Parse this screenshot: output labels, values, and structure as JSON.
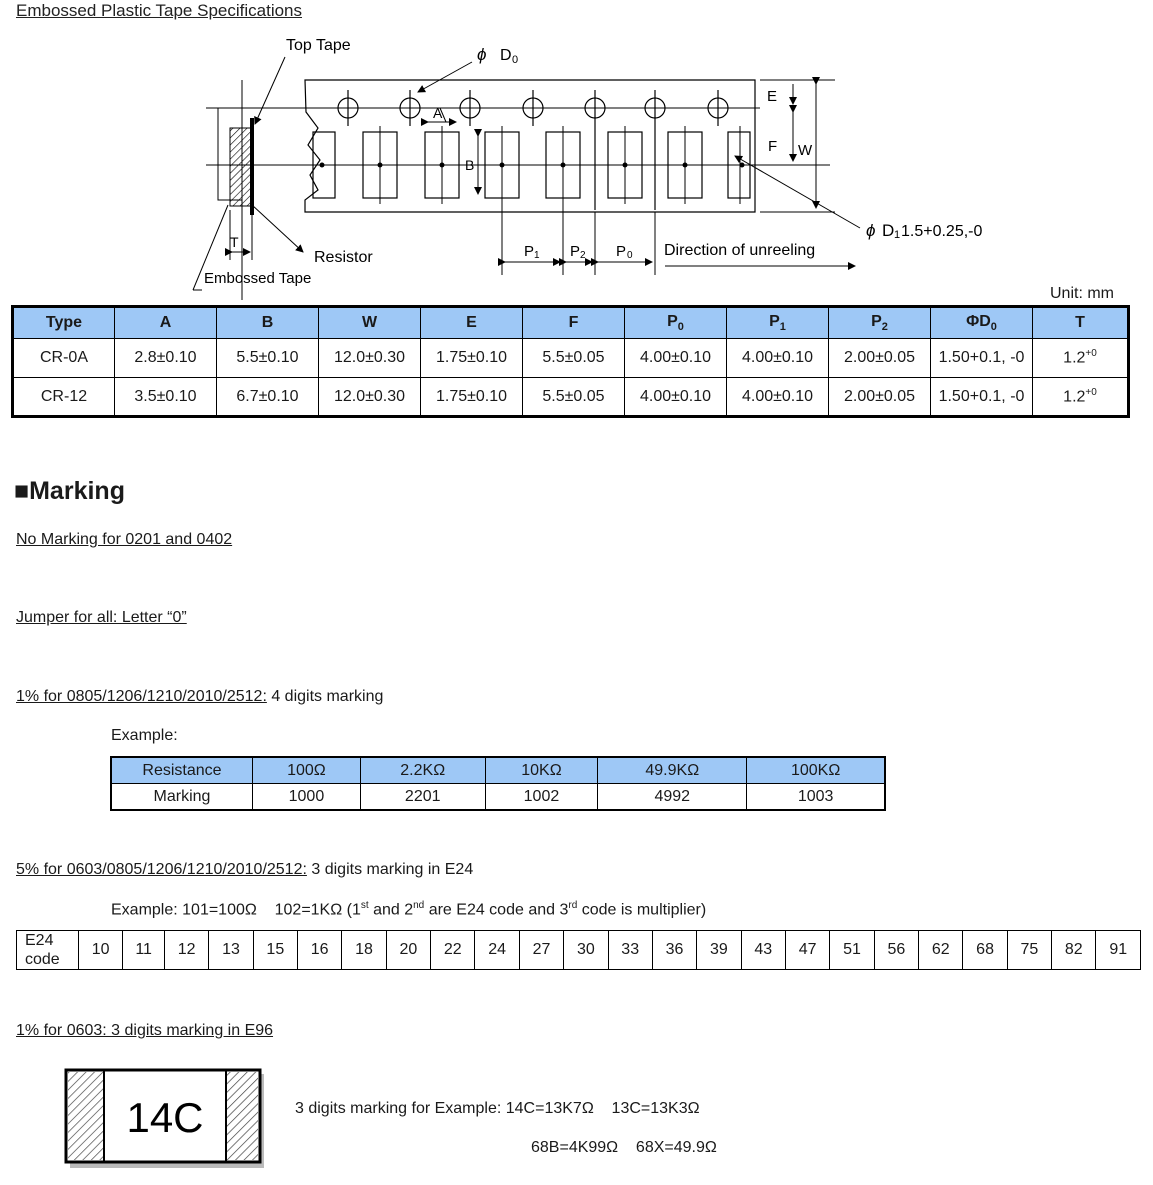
{
  "tape": {
    "title": "Embossed Plastic Tape Specifications",
    "labels": {
      "top_tape": "Top Tape",
      "phi": "ϕ",
      "d0": "D",
      "d0_sub": "0",
      "d1": "D",
      "d1_sub": "1",
      "d1_tol": "1.5+0.25,-0",
      "e": "E",
      "f": "F",
      "w": "W",
      "a": "A",
      "b": "B",
      "t": "T",
      "resistor": "Resistor",
      "embossed_tape": "Embossed Tape",
      "p": "P",
      "p1_sub": "1",
      "p2_sub": "2",
      "p0_sub": "0",
      "direction": "Direction of unreeling"
    },
    "unit": "Unit: mm",
    "table": {
      "headers": [
        "Type",
        "A",
        "B",
        "W",
        "E",
        "F",
        "P",
        "P",
        "P",
        "ΦD",
        "T"
      ],
      "header_subs": [
        "",
        "",
        "",
        "",
        "",
        "",
        "0",
        "1",
        "2",
        "0",
        ""
      ],
      "rows": [
        [
          "CR-0A",
          "2.8±0.10",
          "5.5±0.10",
          "12.0±0.30",
          "1.75±0.10",
          "5.5±0.05",
          "4.00±0.10",
          "4.00±0.10",
          "2.00±0.05",
          "1.50+0.1, -0",
          "1.2"
        ],
        [
          "CR-12",
          "3.5±0.10",
          "6.7±0.10",
          "12.0±0.30",
          "1.75±0.10",
          "5.5±0.05",
          "4.00±0.10",
          "4.00±0.10",
          "2.00±0.05",
          "1.50+0.1, -0",
          "1.2"
        ]
      ],
      "t_sup": "+0"
    }
  },
  "marking": {
    "square": "■",
    "heading": "Marking",
    "no_marking": "No Marking for 0201 and 0402",
    "jumper": "Jumper for all: Letter “0”",
    "one_pct_title": "1% for 0805/1206/1210/2010/2512:",
    "one_pct_desc": " 4 digits marking",
    "example_label": "Example:",
    "example_table": {
      "row1_label": "Resistance",
      "row1": [
        "100Ω",
        "2.2KΩ",
        "10KΩ",
        "49.9KΩ",
        "100KΩ"
      ],
      "row2_label": "Marking",
      "row2": [
        "1000",
        "2201",
        "1002",
        "4992",
        "1003"
      ]
    },
    "five_pct_title": "5% for 0603/0805/1206/1210/2010/2512:",
    "five_pct_desc": " 3 digits marking in E24",
    "five_pct_example": {
      "a": "Example: 101=100Ω    102=1KΩ (1",
      "sup1": "st",
      "b": " and 2",
      "sup2": "nd",
      "c": " are E24 code and 3",
      "sup3": "rd",
      "d": " code is multiplier)"
    },
    "e24_label_1": "E24",
    "e24_label_2": "code",
    "e24_codes": [
      "10",
      "11",
      "12",
      "13",
      "15",
      "16",
      "18",
      "20",
      "22",
      "24",
      "27",
      "30",
      "33",
      "36",
      "39",
      "43",
      "47",
      "51",
      "56",
      "62",
      "68",
      "75",
      "82",
      "91"
    ],
    "e96_title": "1% for 0603: 3 digits marking in E96",
    "chip_text": "14C",
    "e96_line1": "3 digits marking for Example: 14C=13K7Ω    13C=13K3Ω",
    "e96_line2": "68B=4K99Ω    68X=49.9Ω"
  }
}
